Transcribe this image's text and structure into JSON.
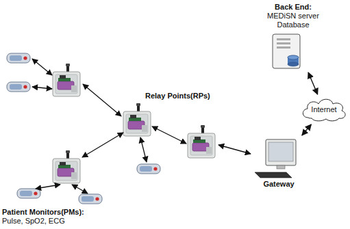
{
  "diagram": {
    "nodes": [
      {
        "text": [
          "Back End:",
          "MEDiSN server Database"
        ]
      },
      {
        "text": [
          "Relay Points(RPs)"
        ]
      },
      {
        "text": [
          "Internet"
        ]
      },
      {
        "text": [
          "Gateway"
        ]
      },
      {
        "text": [
          "Patient Monitors(PMs):",
          "Pulse, SpO2, ECG"
        ]
      }
    ],
    "edges": [
      {
        "from": 3,
        "to": 2,
        "arrow": "both"
      },
      {
        "from": 2,
        "to": 0,
        "arrow": "both"
      }
    ]
  }
}
